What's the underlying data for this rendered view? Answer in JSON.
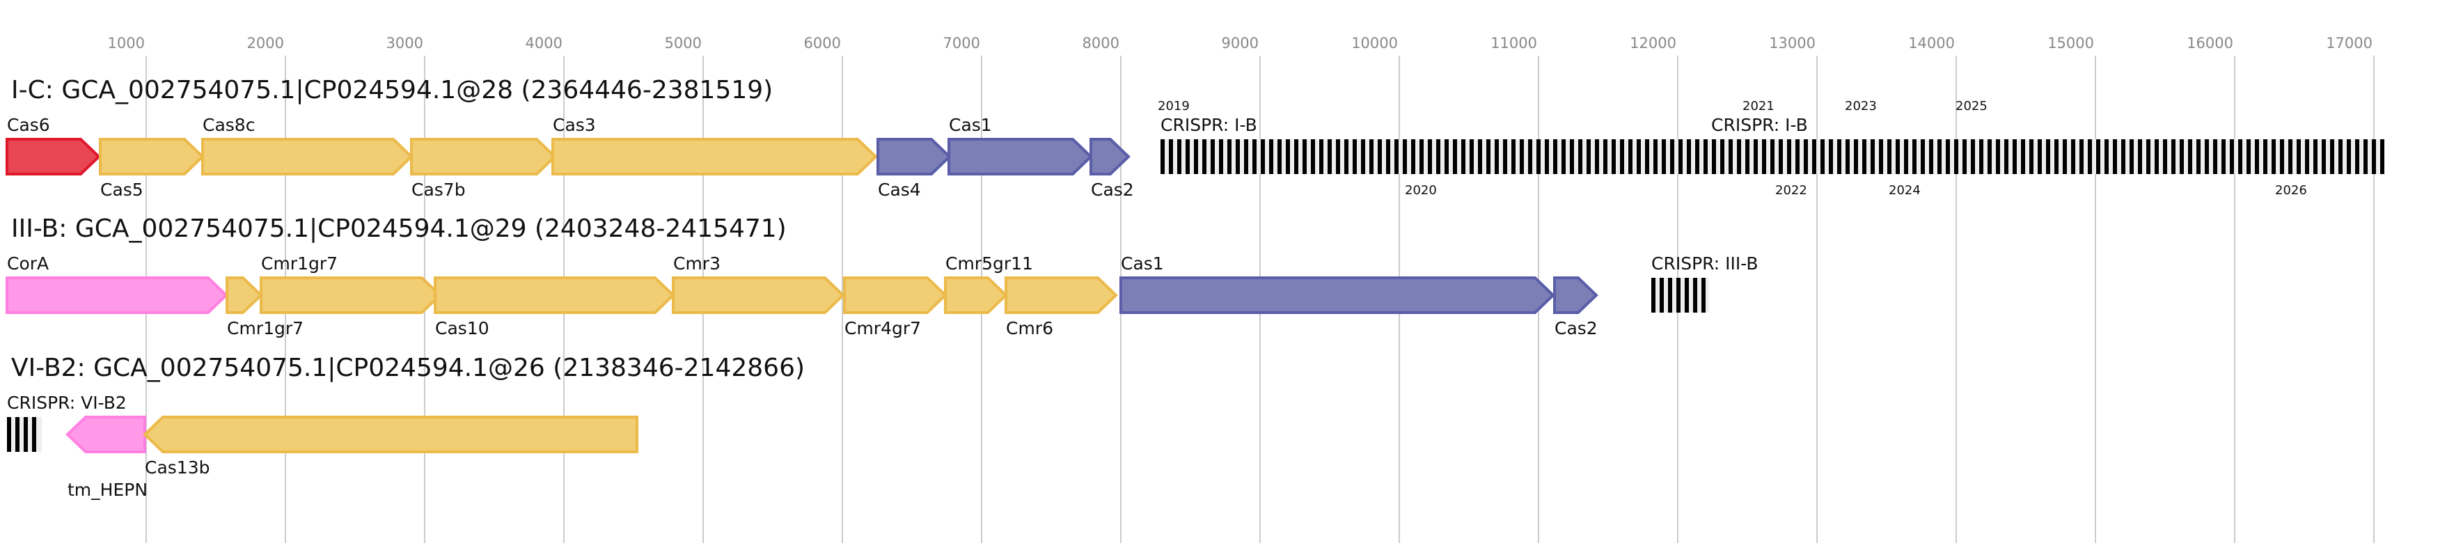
{
  "axis": {
    "unit": "bp",
    "ticks": [
      "1000",
      "2000",
      "3000",
      "4000",
      "5000",
      "6000",
      "7000",
      "8000",
      "9000",
      "10000",
      "11000",
      "12000",
      "13000",
      "14000",
      "15000",
      "16000",
      "17000"
    ]
  },
  "colors": {
    "red": {
      "fill": "#e84653",
      "stroke": "#e0182b"
    },
    "yellow": {
      "fill": "#f1cd73",
      "stroke": "#ebba4a"
    },
    "blue": {
      "fill": "#7b7fb5",
      "stroke": "#5a5ea8"
    },
    "pink": {
      "fill": "#ff99e8",
      "stroke": "#ff80e0"
    },
    "crispr_bar": "#000000",
    "crispr_gap": "#eeeeee",
    "grid": "#cccccc"
  },
  "loci": [
    {
      "title": "I-C: GCA_002754075.1|CP024594.1@28 (2364446-2381519)",
      "features": [
        {
          "name": "Cas6",
          "start": 0,
          "end": 660,
          "strand": "+",
          "color": "red",
          "label": "above"
        },
        {
          "name": "Cas5",
          "start": 670,
          "end": 1405,
          "strand": "+",
          "color": "yellow",
          "label": "below"
        },
        {
          "name": "Cas8c",
          "start": 1405,
          "end": 2905,
          "strand": "+",
          "color": "yellow",
          "label": "above"
        },
        {
          "name": "Cas7b",
          "start": 2905,
          "end": 3935,
          "strand": "+",
          "color": "yellow",
          "label": "below"
        },
        {
          "name": "Cas3",
          "start": 3920,
          "end": 6240,
          "strand": "+",
          "color": "yellow",
          "label": "above"
        },
        {
          "name": "Cas4",
          "start": 6255,
          "end": 6770,
          "strand": "+",
          "color": "blue",
          "label": "below"
        },
        {
          "name": "Cas1",
          "start": 6765,
          "end": 7785,
          "strand": "+",
          "color": "blue",
          "label": "above"
        },
        {
          "name": "Cas2",
          "start": 7785,
          "end": 8055,
          "strand": "+",
          "color": "blue",
          "label": "below"
        },
        {
          "name": "CRISPR: I-B",
          "start": 8285,
          "end": 17075,
          "type": "crispr",
          "label": "above"
        }
      ],
      "annotations": [
        {
          "text": "2019",
          "bp": 8265,
          "pos": "above"
        },
        {
          "text": "CRISPR: I-B",
          "bp": 12240,
          "pos": "above",
          "big": true
        },
        {
          "text": "2021",
          "bp": 12465,
          "pos": "above"
        },
        {
          "text": "2023",
          "bp": 13200,
          "pos": "above"
        },
        {
          "text": "2025",
          "bp": 13995,
          "pos": "above"
        },
        {
          "text": "2020",
          "bp": 10040,
          "pos": "below"
        },
        {
          "text": "2022",
          "bp": 12700,
          "pos": "below"
        },
        {
          "text": "2024",
          "bp": 13515,
          "pos": "below"
        },
        {
          "text": "2026",
          "bp": 16290,
          "pos": "below"
        }
      ]
    },
    {
      "title": "III-B: GCA_002754075.1|CP024594.1@29 (2403248-2415471)",
      "features": [
        {
          "name": "CorA",
          "start": 0,
          "end": 1575,
          "strand": "+",
          "color": "pink",
          "label": "above"
        },
        {
          "name": "Cmr1gr7",
          "start": 1580,
          "end": 1825,
          "strand": "+",
          "color": "yellow",
          "label": "below"
        },
        {
          "name": "Cmr1gr7",
          "start": 1825,
          "end": 3110,
          "strand": "+",
          "color": "yellow",
          "label": "above"
        },
        {
          "name": "Cas10",
          "start": 3075,
          "end": 4785,
          "strand": "+",
          "color": "yellow",
          "label": "below"
        },
        {
          "name": "Cmr3",
          "start": 4785,
          "end": 6005,
          "strand": "+",
          "color": "yellow",
          "label": "above"
        },
        {
          "name": "Cmr4gr7",
          "start": 6015,
          "end": 6740,
          "strand": "+",
          "color": "yellow",
          "label": "below"
        },
        {
          "name": "Cmr5gr11",
          "start": 6740,
          "end": 7175,
          "strand": "+",
          "color": "yellow",
          "label": "above"
        },
        {
          "name": "Cmr6",
          "start": 7175,
          "end": 7965,
          "strand": "+",
          "color": "yellow",
          "label": "below"
        },
        {
          "name": "Cas1",
          "start": 8000,
          "end": 11105,
          "strand": "+",
          "color": "blue",
          "label": "above"
        },
        {
          "name": "Cas2",
          "start": 11115,
          "end": 11415,
          "strand": "+",
          "color": "blue",
          "label": "below"
        },
        {
          "name": "CRISPR: III-B",
          "start": 11810,
          "end": 12225,
          "type": "crispr",
          "label": "above"
        }
      ],
      "annotations": []
    },
    {
      "title": "VI-B2: GCA_002754075.1|CP024594.1@26 (2138346-2142866)",
      "features": [
        {
          "name": "CRISPR: VI-B2",
          "start": 0,
          "end": 250,
          "type": "crispr",
          "label": "above"
        },
        {
          "name": "tm_HEPN",
          "start": 435,
          "end": 990,
          "strand": "-",
          "color": "pink",
          "label": "above"
        },
        {
          "name": "Cas13b",
          "start": 990,
          "end": 4525,
          "strand": "-",
          "color": "yellow",
          "label": "below"
        }
      ],
      "annotations": []
    }
  ]
}
